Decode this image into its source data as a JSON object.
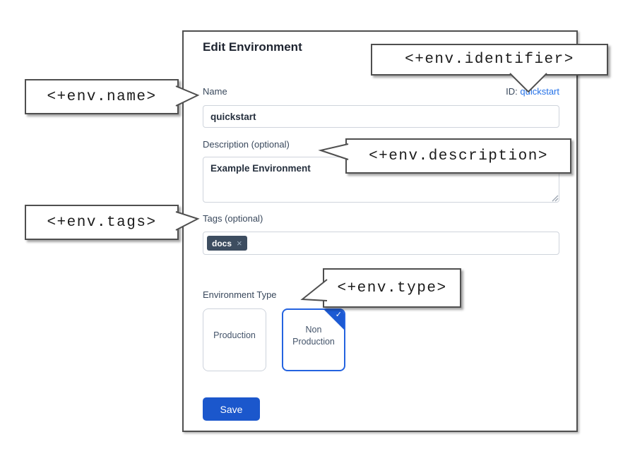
{
  "panel": {
    "title": "Edit Environment",
    "name_field": {
      "label": "Name",
      "value": "quickstart"
    },
    "id_field": {
      "label": "ID:",
      "value": "quickstart"
    },
    "description_field": {
      "label": "Description (optional)",
      "value": "Example Environment"
    },
    "tags_field": {
      "label": "Tags (optional)",
      "tags": [
        {
          "label": "docs",
          "remove_icon": "×"
        }
      ]
    },
    "type_field": {
      "label": "Environment Type",
      "options": [
        {
          "label": "Production",
          "selected": false
        },
        {
          "label": "Non Production",
          "selected": true
        }
      ],
      "check_icon": "✓"
    },
    "save_label": "Save"
  },
  "callouts": {
    "identifier": "<+env.identifier>",
    "name": "<+env.name>",
    "description": "<+env.description>",
    "tags": "<+env.tags>",
    "type": "<+env.type>"
  },
  "colors": {
    "accent_blue": "#1b57cc",
    "link_blue": "#2572e8",
    "selected_card_blue": "#2463e0",
    "tag_chip_bg": "#3d4d60",
    "annotation_border": "#4f4f4f",
    "label_slate": "#39485c"
  }
}
